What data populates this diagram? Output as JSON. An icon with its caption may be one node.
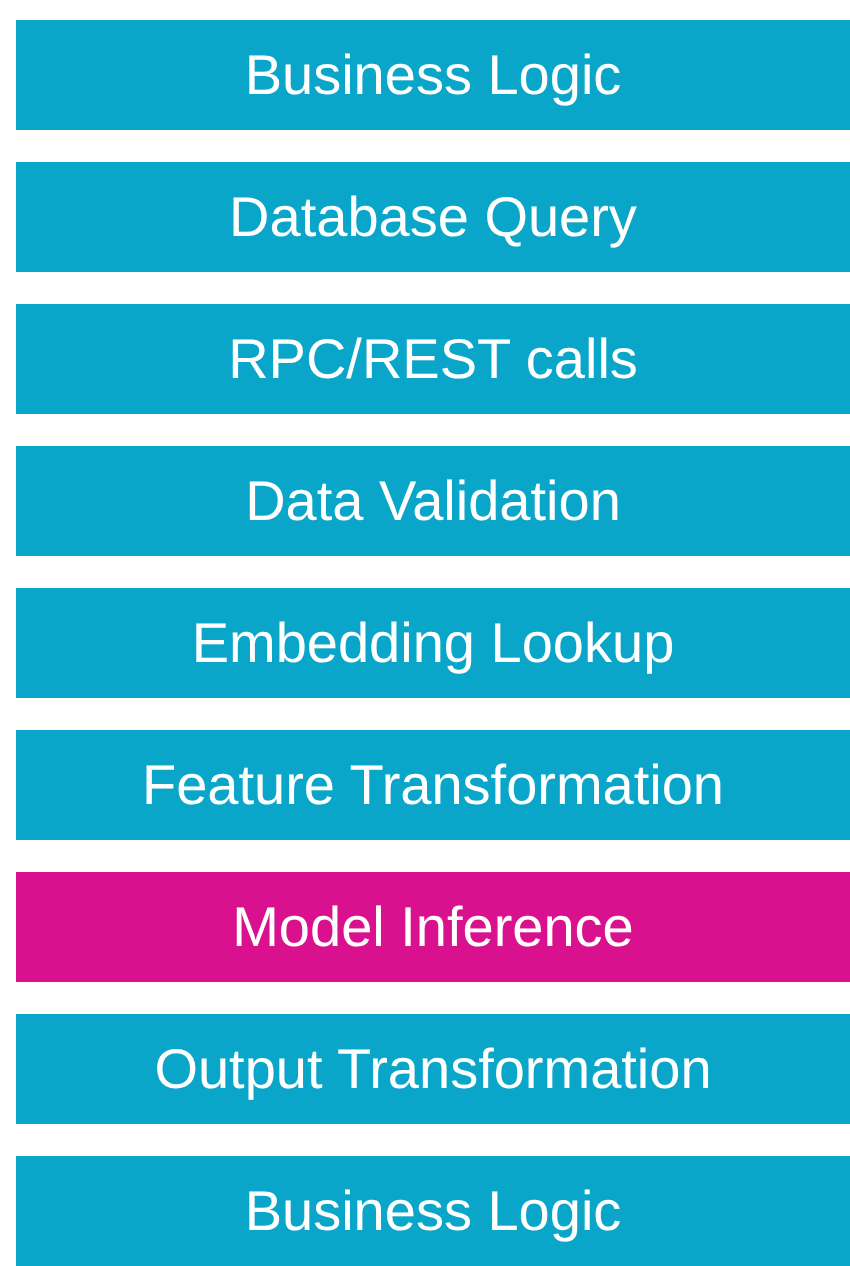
{
  "diagram": {
    "nodes": [
      {
        "text": [
          "Business Logic"
        ]
      },
      {
        "text": [
          "Database Query"
        ]
      },
      {
        "text": [
          "RPC/REST calls"
        ]
      },
      {
        "text": [
          "Data Validation"
        ]
      },
      {
        "text": [
          "Embedding Lookup"
        ]
      },
      {
        "text": [
          "Feature Transformation"
        ]
      },
      {
        "text": [
          "Model Inference"
        ]
      },
      {
        "text": [
          "Output Transformation"
        ]
      },
      {
        "text": [
          "Business Logic"
        ]
      }
    ]
  }
}
